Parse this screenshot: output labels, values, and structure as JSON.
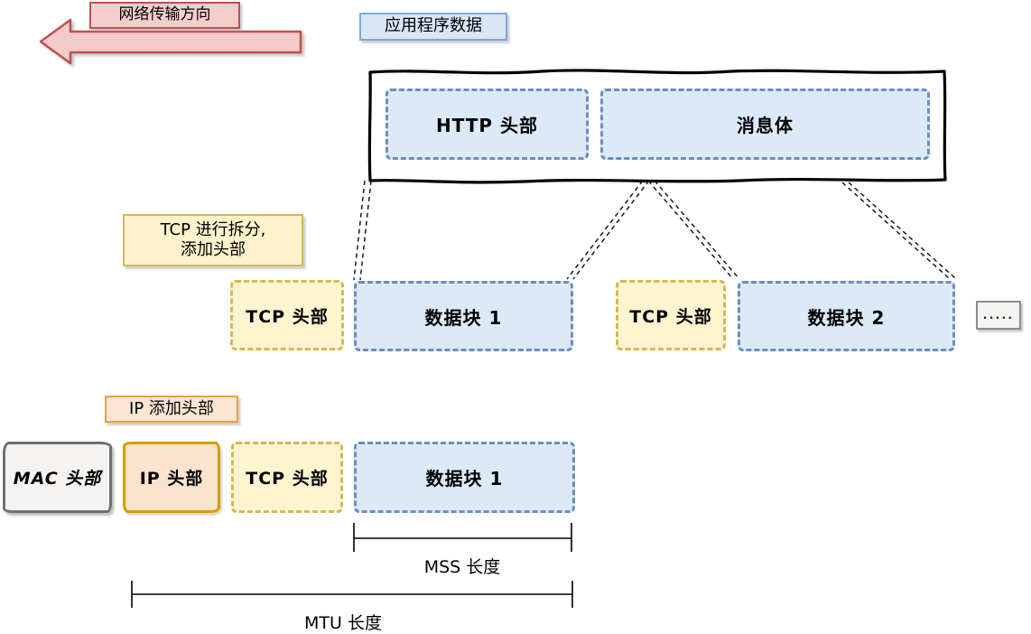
{
  "direction_arrow": {
    "label": "网络传输方向"
  },
  "application_layer": {
    "tag": "应用程序数据",
    "segments": [
      {
        "label": "HTTP 头部"
      },
      {
        "label": "消息体"
      }
    ]
  },
  "tcp_layer": {
    "tag_line1": "TCP 进行拆分,",
    "tag_line2": "添加头部",
    "segments": [
      {
        "label": "TCP 头部",
        "type": "tcp-header"
      },
      {
        "label": "数据块 1",
        "type": "data-block"
      },
      {
        "label": "TCP 头部",
        "type": "tcp-header"
      },
      {
        "label": "数据块 2",
        "type": "data-block"
      },
      {
        "label": ".....",
        "type": "more"
      }
    ]
  },
  "ip_layer": {
    "tag": "IP 添加头部",
    "segments": [
      {
        "label": "MAC 头部",
        "type": "mac-header"
      },
      {
        "label": "IP 头部",
        "type": "ip-header"
      },
      {
        "label": "TCP 头部",
        "type": "tcp-header"
      },
      {
        "label": "数据块 1",
        "type": "data-block"
      }
    ]
  },
  "measures": {
    "mss": "MSS 长度",
    "mtu": "MTU 长度"
  },
  "colors": {
    "arrow_fill": "#f2cbcb",
    "arrow_stroke": "#c0504d",
    "pink_label_fill": "#f5cdcc",
    "pink_label_border": "#c0504d",
    "blue_label_fill": "#d9e6f6",
    "blue_label_border": "#7ea6dc",
    "blue_fill": "#dce9f8",
    "blue_border": "#6c8ebf",
    "yellow_fill": "#fff4cf",
    "yellow_border": "#d6b656",
    "yellow_label_fill": "#fff2cc",
    "yellow_label_border": "#d6b656",
    "orange_label_fill": "#fce5d2",
    "orange_label_border": "#e8a33d",
    "ip_fill": "#fbe3cd",
    "ip_border": "#d79b00",
    "mac_fill": "#f4f3f1",
    "mac_border": "#707070",
    "dots_fill": "#f5f4f2",
    "dots_border": "#8c8c8c",
    "big_box_stroke": "#000000",
    "connector": "#1a1a1a"
  }
}
